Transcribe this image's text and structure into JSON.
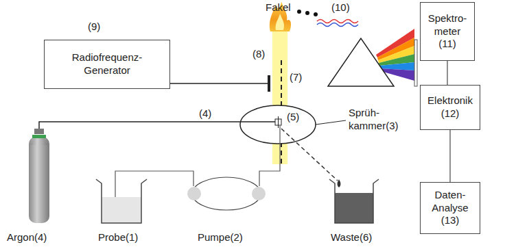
{
  "diagram": {
    "nodes": [
      {
        "text": [
          "Radiofrequenz- Generator"
        ]
      },
      {
        "text": [
          "Spektro- meter (11)"
        ]
      },
      {
        "text": [
          "Elektronik (12)"
        ]
      },
      {
        "text": [
          "Daten- Analyse (13)"
        ]
      }
    ],
    "edges": [
      {
        "from": 1,
        "to": 2,
        "arrow": "none"
      },
      {
        "from": 2,
        "to": 3,
        "arrow": "none"
      }
    ],
    "labels": [
      "Fakel",
      "(8)",
      "(10)",
      "(9)",
      "(7)",
      "(4)",
      "(5)",
      "Sprüh- kammer(3)",
      "Argon(4)",
      "Probe(1)",
      "Pumpe(2)",
      "Waste(6)"
    ]
  }
}
